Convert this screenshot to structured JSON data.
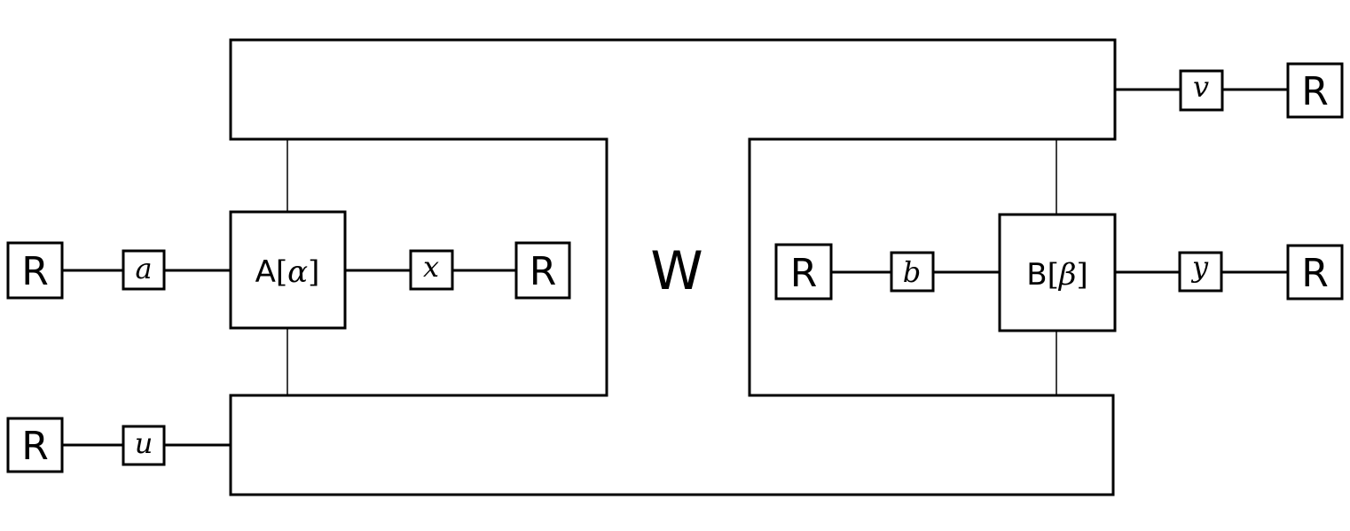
{
  "diagram": {
    "big_label": "W",
    "a_label": "a",
    "u_label": "u",
    "x_label": "x",
    "b_label": "b",
    "y_label": "y",
    "v_label": "v",
    "A_box": {
      "letter": "A",
      "param": "α"
    },
    "B_box": {
      "letter": "B",
      "param": "β"
    },
    "R": "R"
  }
}
